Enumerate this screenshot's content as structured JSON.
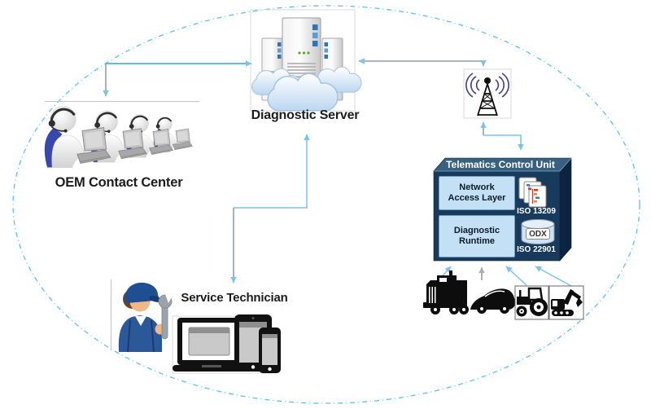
{
  "nodes": {
    "diagnostic_server": {
      "label": "Diagnostic Server"
    },
    "oem_contact_center": {
      "label": "OEM Contact Center"
    },
    "service_technician": {
      "label": "Service Technician"
    },
    "telematics_control_unit": {
      "title": "Telematics Control Unit",
      "network_access_layer": "Network Access Layer",
      "diagnostic_runtime": "Diagnostic Runtime",
      "otx_standard": "ISO 13209",
      "odx_label": "ODX",
      "odx_standard": "ISO 22901"
    }
  },
  "icons": {
    "diagnostic_server": "server-cloud-icon",
    "oem_contact_center": "call-center-agents-icon",
    "antenna": "radio-tower-icon",
    "otx": "otx-documents-icon",
    "odx": "odx-database-icon",
    "service_technician": "mechanic-icon",
    "devices": "laptop-tablet-phone-icon",
    "vehicles": [
      "truck-icon",
      "car-icon",
      "tractor-icon",
      "excavator-icon"
    ]
  },
  "colors": {
    "arrow_blue": "#35a2db",
    "arrow_pale": "#7cc3e8",
    "line_gray": "#8f9fa9",
    "ellipse_dash": "#4fc0ec",
    "tcu_front": "#173a5d",
    "tcu_top": "#38617f",
    "tcu_side": "#0d2440",
    "panel_fill": "#c3e0f4"
  }
}
